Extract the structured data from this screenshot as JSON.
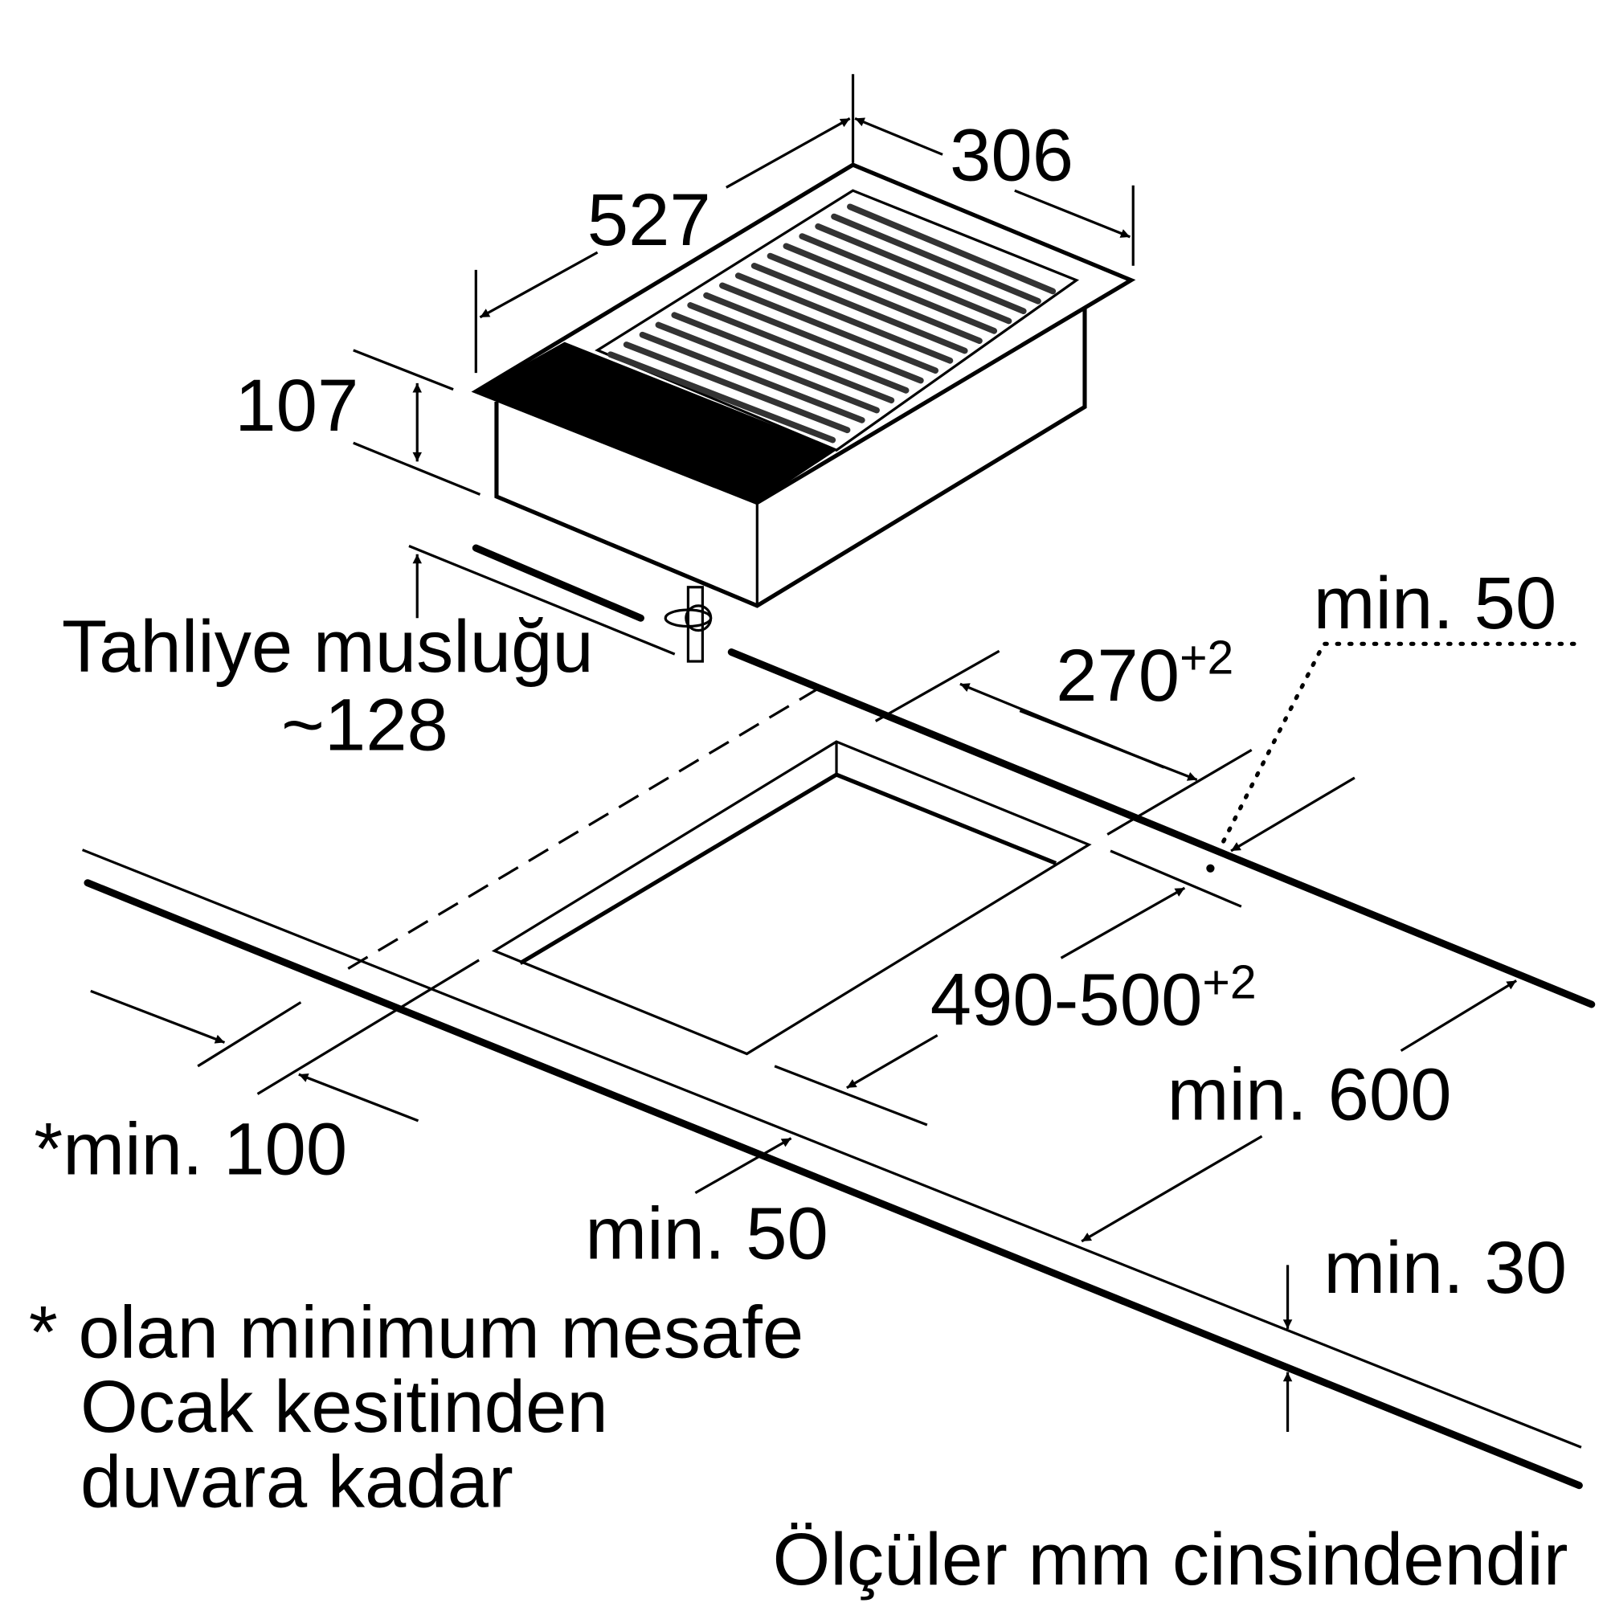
{
  "dimensions": {
    "depth": "527",
    "width": "306",
    "height": "107",
    "drain_label": "Tahliye musluğu",
    "drain_value": "~128",
    "cutout_width": "270",
    "cutout_width_tol": "+2",
    "cutout_depth": "490-500",
    "cutout_depth_tol": "+2",
    "min_back": "min. 50",
    "min_side": "*min. 100",
    "min_front": "min. 50",
    "min_between": "min. 600",
    "min_thickness": "min. 30"
  },
  "footnote": {
    "line1": "* olan minimum mesafe",
    "line2": "Ocak kesitinden",
    "line3": "duvara kadar"
  },
  "units_note": "Ölçüler mm cinsindendir"
}
